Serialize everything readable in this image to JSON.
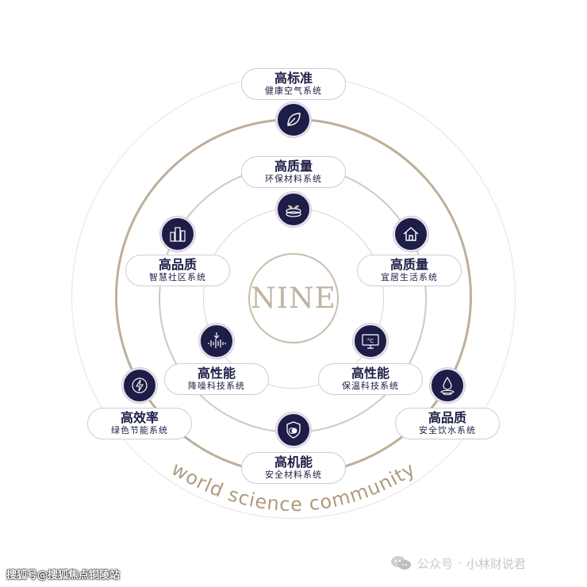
{
  "logo_text": "NINE",
  "tagline": "world science community",
  "nodes": [
    {
      "title": "高标准",
      "subtitle": "健康空气系统",
      "icon": "leaf-icon"
    },
    {
      "title": "高质量",
      "subtitle": "环保材料系统",
      "icon": "sprout-icon"
    },
    {
      "title": "高品质",
      "subtitle": "智慧社区系统",
      "icon": "buildings-icon"
    },
    {
      "title": "高质量",
      "subtitle": "宜居生活系统",
      "icon": "home-icon"
    },
    {
      "title": "高性能",
      "subtitle": "降噪科技系统",
      "icon": "sound-wave-icon"
    },
    {
      "title": "高性能",
      "subtitle": "保温科技系统",
      "icon": "thermostat-icon"
    },
    {
      "title": "高效率",
      "subtitle": "绿色节能系统",
      "icon": "energy-icon"
    },
    {
      "title": "高品质",
      "subtitle": "安全饮水系统",
      "icon": "water-drop-icon"
    },
    {
      "title": "高机能",
      "subtitle": "安全材料系统",
      "icon": "shield-icon"
    }
  ],
  "watermark_left": "搜狐号@搜狐焦点铜陵站",
  "watermark_right": {
    "account": "公众号",
    "name": "小林财说君"
  }
}
